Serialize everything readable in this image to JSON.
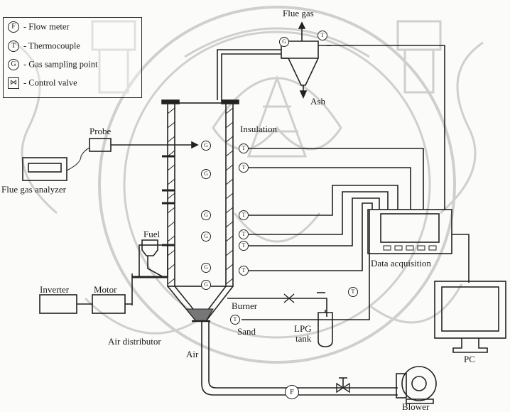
{
  "legend": {
    "items": [
      {
        "symbol": "F",
        "text": "- Flow meter"
      },
      {
        "symbol": "T",
        "text": "- Thermocouple"
      },
      {
        "symbol": "G",
        "text": "- Gas sampling point"
      },
      {
        "symbol": "⋈",
        "text": "- Control valve"
      }
    ]
  },
  "labels": {
    "flue_gas": "Flue gas",
    "ash": "Ash",
    "insulation": "Insulation",
    "probe": "Probe",
    "flue_gas_analyzer": "Flue gas analyzer",
    "fuel": "Fuel",
    "inverter": "Inverter",
    "motor": "Motor",
    "data_acquisition": "Data acquisition",
    "burner": "Burner",
    "sand": "Sand",
    "lpg_tank_line1": "LPG",
    "lpg_tank_line2": "tank",
    "air_distributor": "Air distributor",
    "air": "Air",
    "pc": "PC",
    "blower": "Blower"
  },
  "symbols": {
    "thermocouple": "T",
    "gas_sampling": "G",
    "flow_meter": "F"
  },
  "colors": {
    "line": "#222222",
    "watermark": "#c9c9c9"
  }
}
